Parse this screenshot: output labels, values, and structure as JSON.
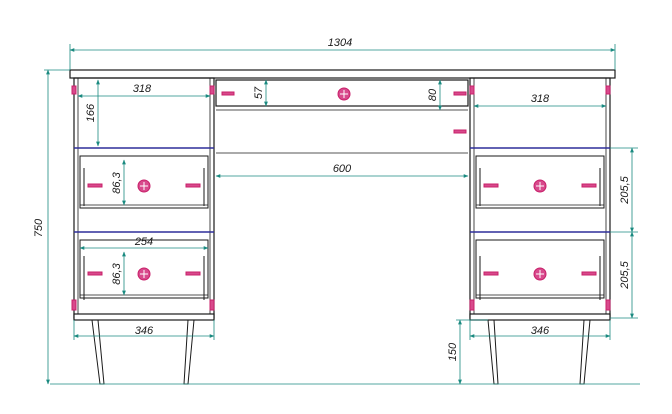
{
  "drawing": {
    "dimensions": {
      "overall_width": "1304",
      "overall_height": "750",
      "pedestal_inner_width_left": "318",
      "pedestal_inner_width_right": "318",
      "top_shelf_height": "166",
      "center_drawer_height": "57",
      "center_rail_height": "80",
      "knee_opening": "600",
      "drawer_front_height_upper": "86,3",
      "drawer_front_height_lower": "86,3",
      "drawer_width": "254",
      "pedestal_width_left": "346",
      "pedestal_width_right": "346",
      "drawer_pitch_upper": "205,5",
      "drawer_pitch_lower": "205,5",
      "leg_height": "150"
    },
    "colors": {
      "dimension_line": "#1a8a80",
      "outline": "#1a1a1a",
      "shelf_line": "#2f2f9a",
      "fastener": "#c8206a",
      "handle_fill": "#d84a8c"
    }
  }
}
